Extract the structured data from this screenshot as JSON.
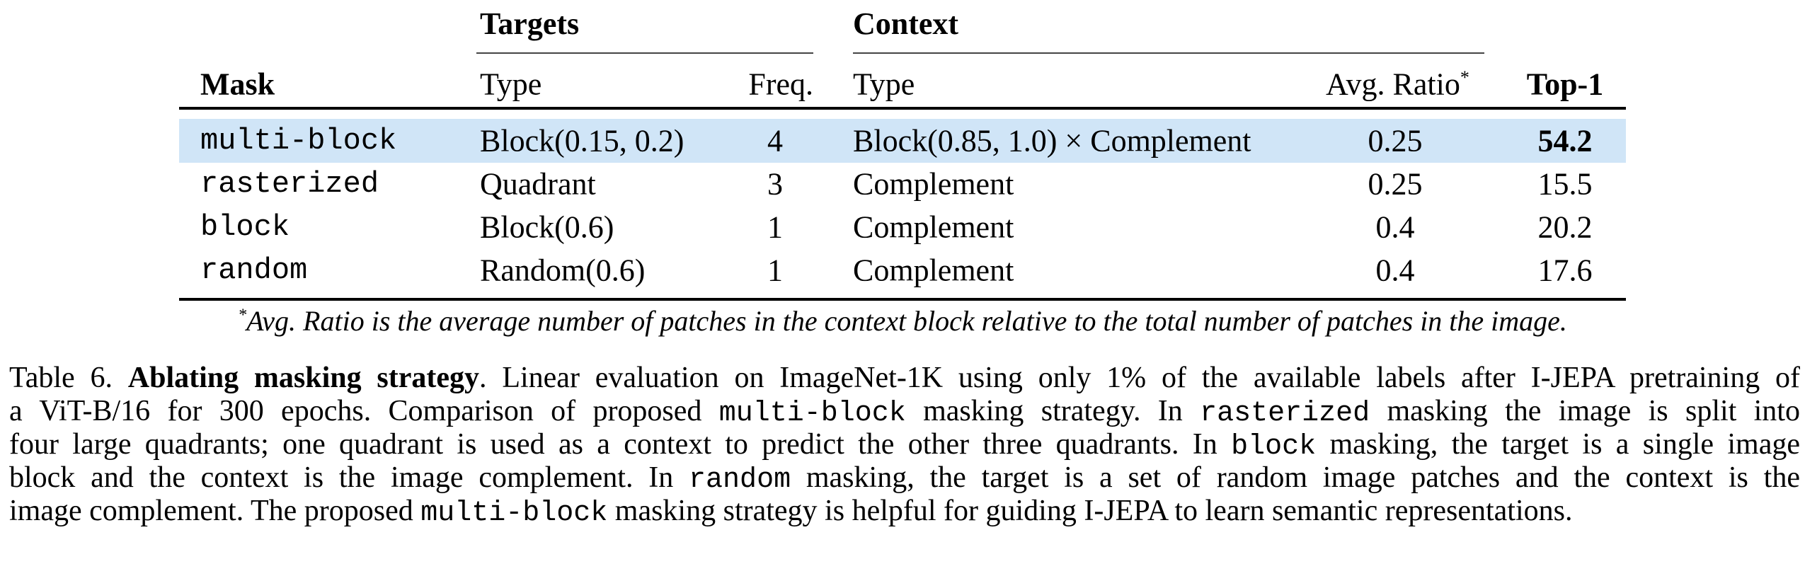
{
  "table": {
    "group_headers": {
      "targets": "Targets",
      "context": "Context"
    },
    "columns": {
      "mask": "Mask",
      "target_type": "Type",
      "freq": "Freq.",
      "context_type": "Type",
      "avg_ratio": "Avg. Ratio",
      "avg_ratio_mark": "*",
      "top1": "Top-1"
    },
    "highlight_color": "#d0e5f7",
    "rows": [
      {
        "mask": "multi-block",
        "target_type": "Block(0.15, 0.2)",
        "freq": "4",
        "context_type": "Block(0.85, 1.0) × Complement",
        "avg_ratio": "0.25",
        "top1": "54.2",
        "highlighted": true,
        "top1_bold": true
      },
      {
        "mask": "rasterized",
        "target_type": "Quadrant",
        "freq": "3",
        "context_type": "Complement",
        "avg_ratio": "0.25",
        "top1": "15.5"
      },
      {
        "mask": "block",
        "target_type": "Block(0.6)",
        "freq": "1",
        "context_type": "Complement",
        "avg_ratio": "0.4",
        "top1": "20.2"
      },
      {
        "mask": "random",
        "target_type": "Random(0.6)",
        "freq": "1",
        "context_type": "Complement",
        "avg_ratio": "0.4",
        "top1": "17.6"
      }
    ],
    "footnote_mark": "*",
    "footnote": "Avg. Ratio is the average number of patches in the context block relative to the total number of patches in the image."
  },
  "caption": {
    "lines": [
      [
        "Table 6. ",
        "Ablating masking strategy",
        ". Linear evaluation on ImageNet-1K using only 1% of the available labels after I-JEPA pretraining of"
      ],
      [
        "a ViT-B/16 for 300 epochs. Comparison of proposed ",
        "multi-block",
        " masking strategy. In ",
        "rasterized",
        " masking the image is split into"
      ],
      [
        "four large quadrants; one quadrant is used as a context to predict the other three quadrants. In ",
        "block",
        " masking, the target is a single image"
      ],
      [
        "block and the context is the image complement.  In ",
        "random",
        " masking, the target is a set of random image patches and the context is the"
      ],
      [
        "image complement. The proposed ",
        "multi-block",
        " masking strategy is helpful for guiding I-JEPA to learn semantic representations."
      ]
    ]
  }
}
